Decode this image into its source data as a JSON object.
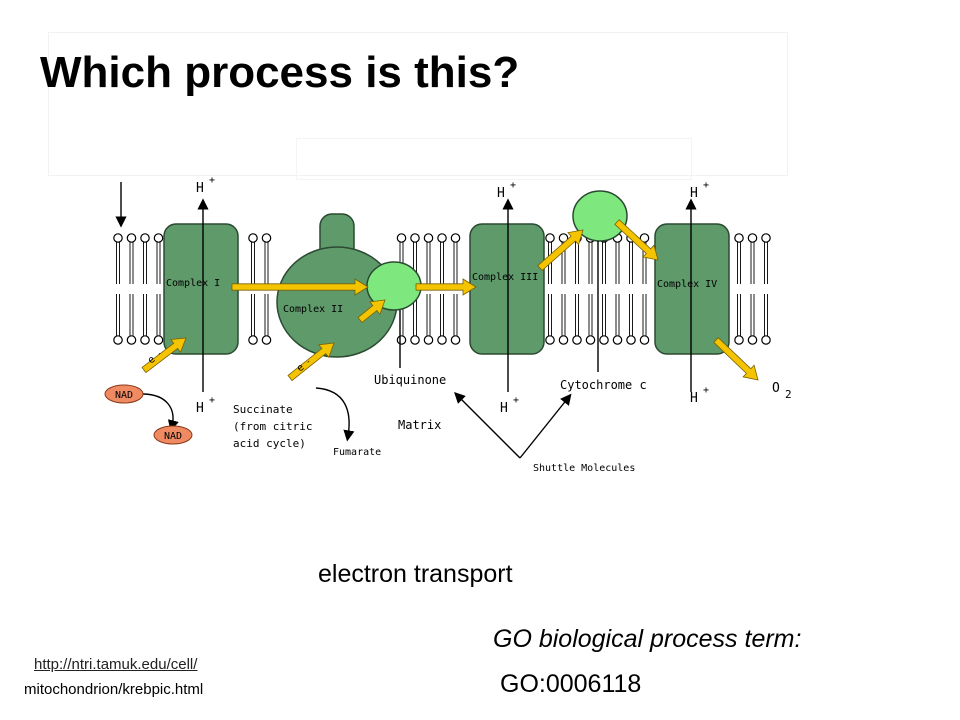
{
  "title": "Which process is this?",
  "diagram": {
    "complexes": [
      "Complex I",
      "Complex II",
      "Complex III",
      "Complex IV"
    ],
    "proton": "H",
    "proton_charge": "+",
    "electron": "e",
    "electron_charge": "-",
    "nad_top": "NAD",
    "nad_bottom": "NAD",
    "succinate_lines": [
      "Succinate",
      "(from citric",
      "acid cycle)"
    ],
    "fumarate": "Fumarate",
    "ubiquinone": "Ubiquinone",
    "matrix": "Matrix",
    "cytochrome": "Cytochrome c",
    "shuttle": "Shuttle Molecules",
    "oxygen": "O",
    "oxygen_sub": "2"
  },
  "answer": "electron transport",
  "go": {
    "label": "GO biological process term:",
    "id": "GO:0006118"
  },
  "source": {
    "url": "http://ntri.tamuk.edu/cell/",
    "path": "mitochondrion/krebpic.html"
  },
  "colors": {
    "complex_green": "#5f9a6b",
    "carrier_green": "#7ee87e",
    "arrow_yellow": "#f5c400",
    "nad_orange": "#f08a62"
  }
}
